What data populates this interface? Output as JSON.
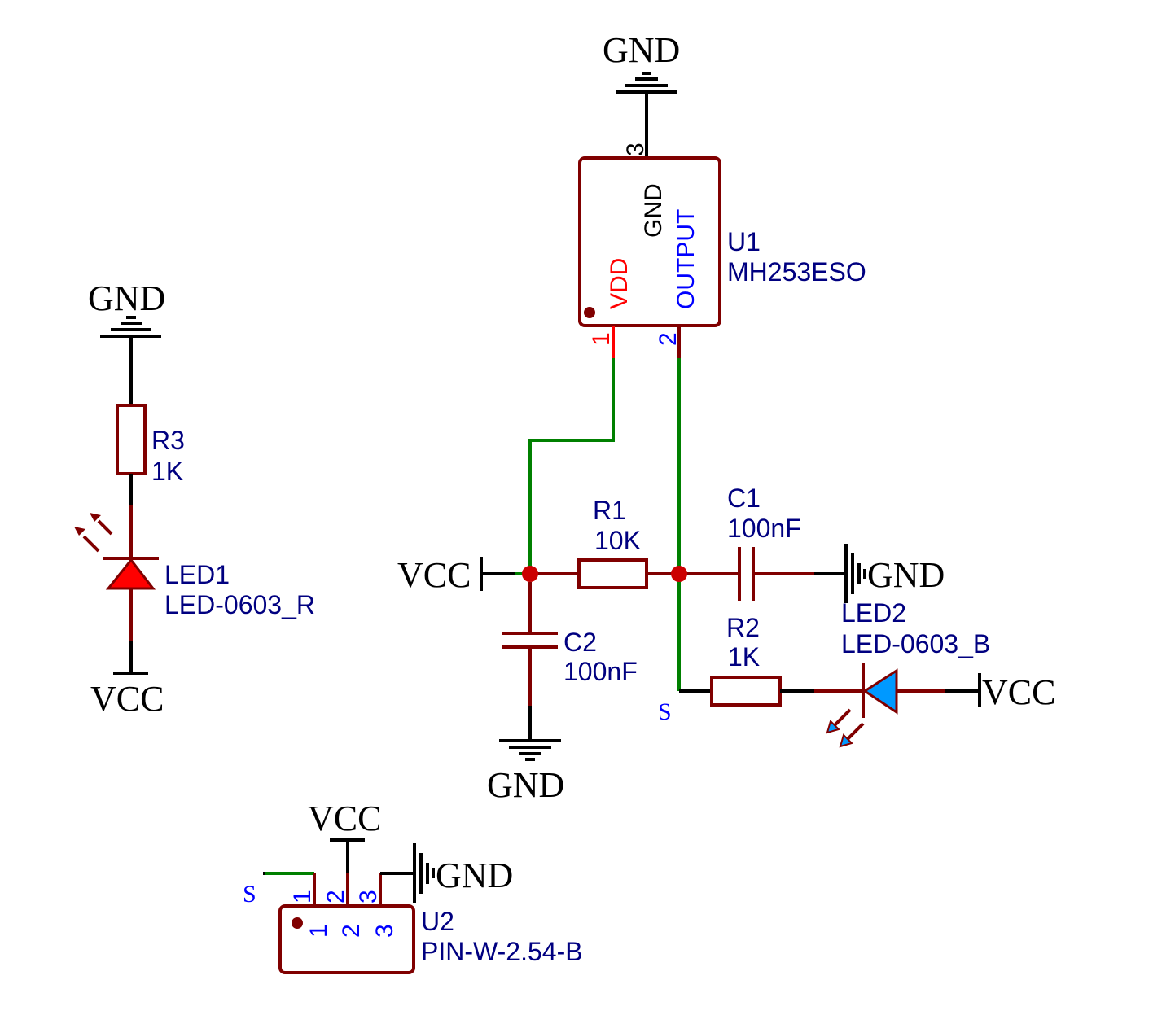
{
  "schematic": {
    "power_labels": {
      "gnd": "GND",
      "vcc": "VCC"
    },
    "signal_label": "S",
    "components": {
      "U1": {
        "ref": "U1",
        "value": "MH253ESO",
        "pins": [
          {
            "num": "1",
            "name": "VDD",
            "color": "#ff0000"
          },
          {
            "num": "2",
            "name": "OUTPUT",
            "color": "#0000ff"
          },
          {
            "num": "3",
            "name": "GND",
            "color": "#000000"
          }
        ]
      },
      "U2": {
        "ref": "U2",
        "value": "PIN-W-2.54-B",
        "pins": [
          "1",
          "2",
          "3"
        ]
      },
      "R1": {
        "ref": "R1",
        "value": "10K"
      },
      "R2": {
        "ref": "R2",
        "value": "1K"
      },
      "R3": {
        "ref": "R3",
        "value": "1K"
      },
      "C1": {
        "ref": "C1",
        "value": "100nF"
      },
      "C2": {
        "ref": "C2",
        "value": "100nF"
      },
      "LED1": {
        "ref": "LED1",
        "value": "LED-0603_R",
        "color": "#ff0000"
      },
      "LED2": {
        "ref": "LED2",
        "value": "LED-0603_B",
        "color": "#0099ff"
      }
    },
    "colors": {
      "wire": "#008000",
      "component": "#800000",
      "junction": "#cc0000",
      "label": "#000080"
    }
  }
}
